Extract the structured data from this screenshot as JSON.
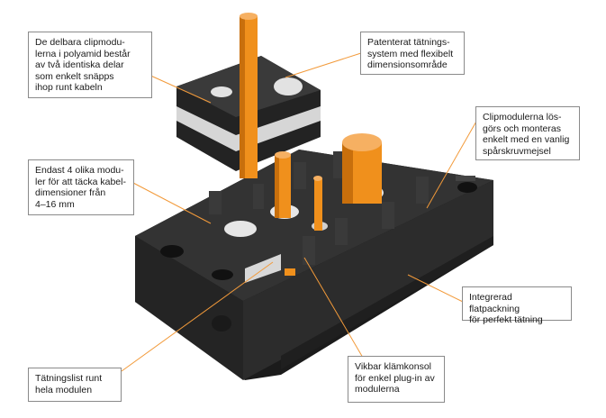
{
  "colors": {
    "body": "#2a2a2a",
    "body_dark": "#1b1b1b",
    "body_light": "#3a3a3a",
    "pin": "#f0901c",
    "pin_shade": "#c86f0c",
    "seal": "#d8d8d8",
    "leader": "#f29a3a",
    "box_border": "#8a8a8a"
  },
  "callouts": [
    {
      "id": "clip-modules-polyamide",
      "text": "De delbara clipmodu-\nlerna i polyamid består\nav två identiska delar\nsom enkelt snäpps\nihop runt kabeln"
    },
    {
      "id": "patented-sealing",
      "text": "Patenterat tätnings-\nsystem med flexibelt\ndimensionsområde"
    },
    {
      "id": "clip-detach",
      "text": "Clipmodulerna lös-\ngörs och monteras\nenkelt med en vanlig\nspårskruvmejsel"
    },
    {
      "id": "four-modules",
      "text": "Endast 4 olika modu-\nler för att täcka kabel-\ndimensioner från\n4–16 mm"
    },
    {
      "id": "flat-gasket",
      "text": "Integrerad flatpackning\nför perfekt tätning"
    },
    {
      "id": "sealing-strip",
      "text": "Tätningslist runt\nhela modulen"
    },
    {
      "id": "clamp-bracket",
      "text": "Vikbar klämkonsol\nför enkel plug-in av\nmodulerna"
    }
  ]
}
